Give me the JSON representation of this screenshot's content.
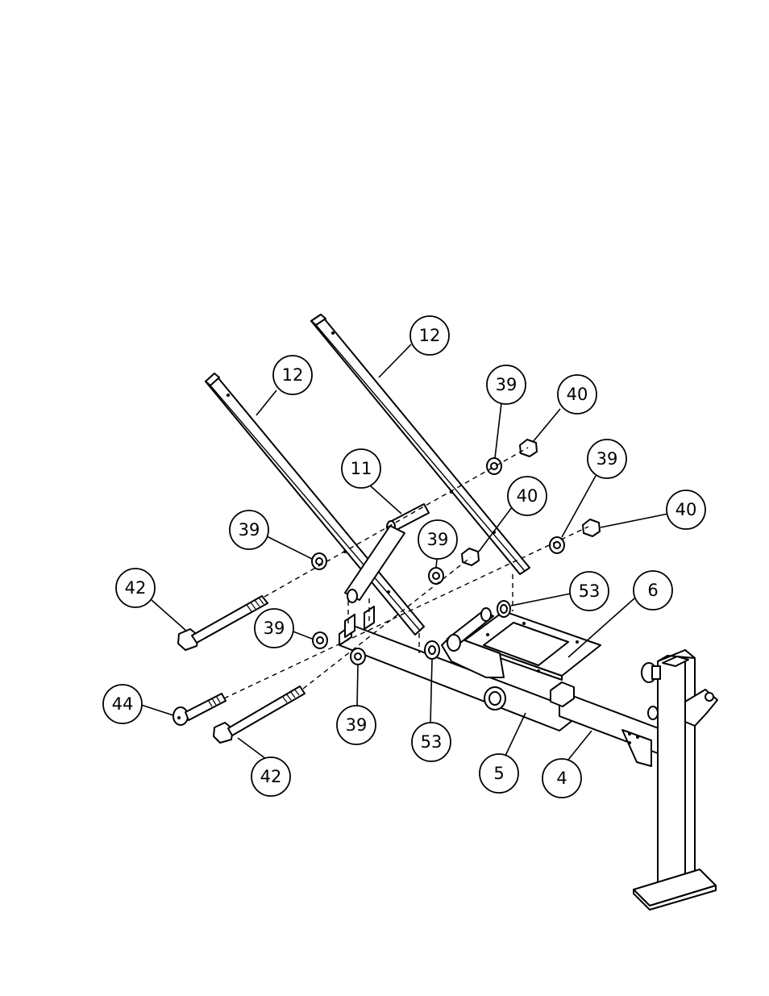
{
  "callouts": [
    {
      "id": "c12a",
      "label": "12"
    },
    {
      "id": "c12b",
      "label": "12"
    },
    {
      "id": "c39a",
      "label": "39"
    },
    {
      "id": "c40a",
      "label": "40"
    },
    {
      "id": "c39b",
      "label": "39"
    },
    {
      "id": "c40b",
      "label": "40"
    },
    {
      "id": "c11",
      "label": "11"
    },
    {
      "id": "c40c",
      "label": "40"
    },
    {
      "id": "c39c",
      "label": "39"
    },
    {
      "id": "c39d",
      "label": "39"
    },
    {
      "id": "c42a",
      "label": "42"
    },
    {
      "id": "c53a",
      "label": "53"
    },
    {
      "id": "c6",
      "label": "6"
    },
    {
      "id": "c39e",
      "label": "39"
    },
    {
      "id": "c44",
      "label": "44"
    },
    {
      "id": "c39f",
      "label": "39"
    },
    {
      "id": "c53b",
      "label": "53"
    },
    {
      "id": "c5",
      "label": "5"
    },
    {
      "id": "c4",
      "label": "4"
    },
    {
      "id": "c42b",
      "label": "42"
    }
  ],
  "colors": {
    "line": "#000000",
    "background": "#ffffff"
  }
}
